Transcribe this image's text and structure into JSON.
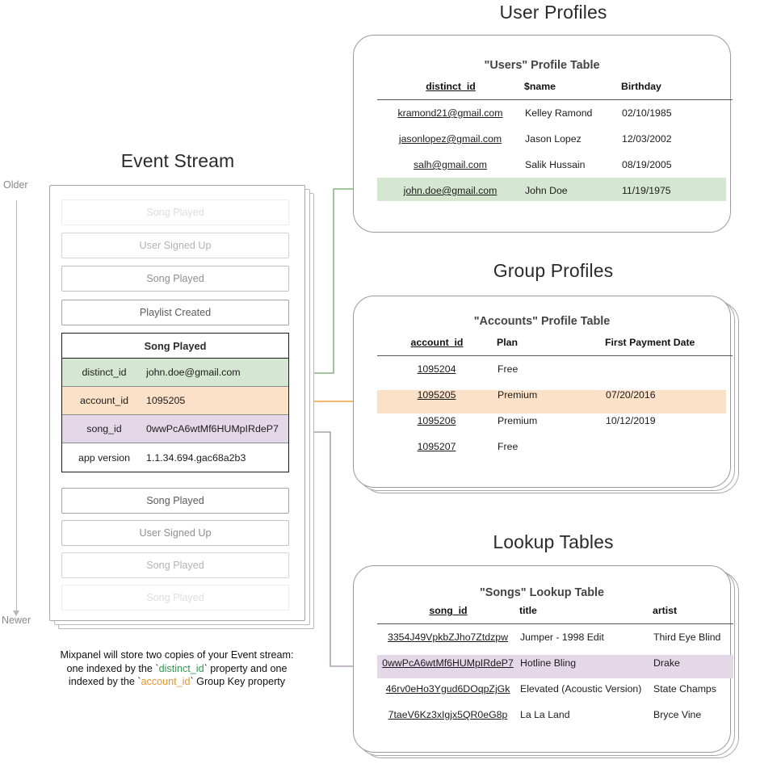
{
  "sections": {
    "event_stream_title": "Event Stream",
    "user_profiles_title": "User Profiles",
    "group_profiles_title": "Group Profiles",
    "lookup_tables_title": "Lookup Tables"
  },
  "timeline": {
    "older_label": "Older",
    "newer_label": "Newer"
  },
  "event_stream": {
    "events_above": [
      {
        "name": "Song Played"
      },
      {
        "name": "User Signed Up"
      },
      {
        "name": "Song Played"
      },
      {
        "name": "Playlist Created"
      }
    ],
    "expanded_event": {
      "name": "Song Played",
      "properties": [
        {
          "key": "distinct_id",
          "value": "john.doe@gmail.com",
          "highlight": "green"
        },
        {
          "key": "account_id",
          "value": "1095205",
          "highlight": "orange"
        },
        {
          "key": "song_id",
          "value": "0wwPcA6wtMf6HUMpIRdeP7",
          "highlight": "purple"
        },
        {
          "key": "app version",
          "value": "1.1.34.694.gac68a2b3",
          "highlight": "none"
        }
      ]
    },
    "events_below": [
      {
        "name": "Song Played"
      },
      {
        "name": "User Signed Up"
      },
      {
        "name": "Song Played"
      },
      {
        "name": "Song Played"
      }
    ]
  },
  "caption": {
    "line1": "Mixpanel will store two copies of your Event stream:",
    "line2_pre": "one indexed by the `",
    "line2_code": "distinct_id",
    "line2_post": "` property and one",
    "line3_pre": "indexed by the `",
    "line3_code": "account_id",
    "line3_post": "` Group Key property"
  },
  "users_table": {
    "title": "\"Users\" Profile Table",
    "columns": [
      "distinct_id",
      "$name",
      "Birthday"
    ],
    "rows": [
      {
        "distinct_id": "kramond21@gmail.com",
        "name": "Kelley Ramond",
        "birthday": "02/10/1985",
        "highlight": "none"
      },
      {
        "distinct_id": "jasonlopez@gmail.com",
        "name": "Jason Lopez",
        "birthday": "12/03/2002",
        "highlight": "none"
      },
      {
        "distinct_id": "salh@gmail.com",
        "name": "Salik Hussain",
        "birthday": "08/19/2005",
        "highlight": "none"
      },
      {
        "distinct_id": "john.doe@gmail.com",
        "name": "John Doe",
        "birthday": "11/19/1975",
        "highlight": "green"
      }
    ]
  },
  "accounts_table": {
    "title": "\"Accounts\" Profile Table",
    "columns": [
      "account_id",
      "Plan",
      "First Payment Date"
    ],
    "rows": [
      {
        "account_id": "1095204",
        "plan": "Free",
        "first_payment_date": "",
        "highlight": "none"
      },
      {
        "account_id": "1095205",
        "plan": "Premium",
        "first_payment_date": "07/20/2016",
        "highlight": "orange"
      },
      {
        "account_id": "1095206",
        "plan": "Premium",
        "first_payment_date": "10/12/2019",
        "highlight": "none"
      },
      {
        "account_id": "1095207",
        "plan": "Free",
        "first_payment_date": "",
        "highlight": "none"
      }
    ]
  },
  "songs_table": {
    "title": "\"Songs\" Lookup Table",
    "columns": [
      "song_id",
      "title",
      "artist"
    ],
    "rows": [
      {
        "song_id": "3354J49VpkbZJho7Ztdzpw",
        "title": "Jumper - 1998 Edit",
        "artist": "Third Eye Blind",
        "highlight": "none"
      },
      {
        "song_id": "0wwPcA6wtMf6HUMpIRdeP7",
        "title": "Hotline Bling",
        "artist": "Drake",
        "highlight": "purple"
      },
      {
        "song_id": "46rv0eHo3Ygud6DOqpZjGk",
        "title": "Elevated (Acoustic Version)",
        "artist": "State Champs",
        "highlight": "none"
      },
      {
        "song_id": "7taeV6Kz3xIgjx5QR0eG8p",
        "title": "La La Land",
        "artist": "Bryce Vine",
        "highlight": "none"
      }
    ]
  },
  "colors": {
    "green": "#d6e7d1",
    "orange": "#fbe1c7",
    "purple": "#e4d7e7",
    "green_line": "#6aa762",
    "orange_line": "#e8a33f",
    "purple_line": "#9b8aa0",
    "border": "#9a9a9a"
  }
}
